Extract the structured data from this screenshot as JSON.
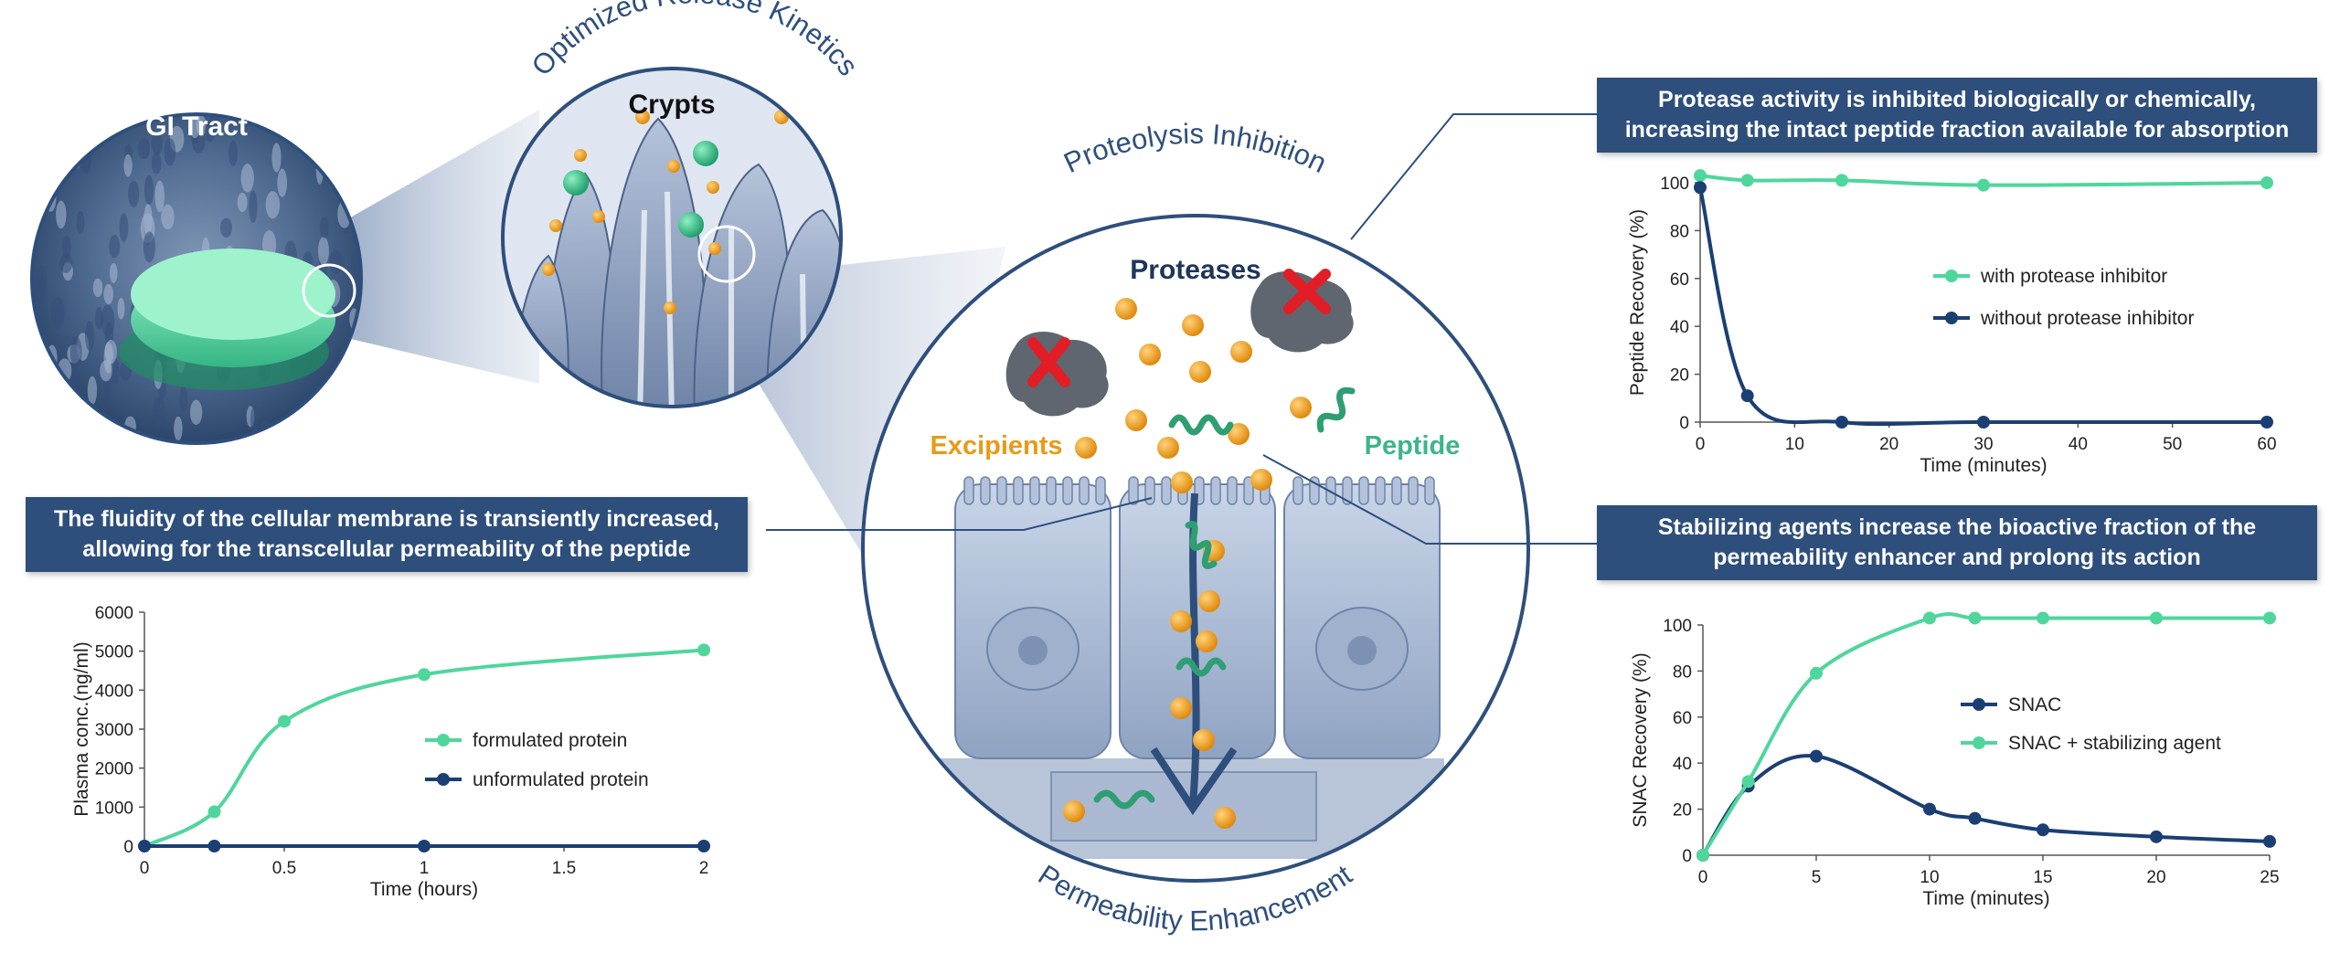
{
  "labels": {
    "gi_tract": "GI Tract",
    "crypts": "Crypts",
    "optimized_release": "Optimized Release Kinetics",
    "proteolysis": "Proteolysis Inhibition",
    "proteases": "Proteases",
    "excipients": "Excipients",
    "peptide": "Peptide",
    "permeability": "Permeability Enhancement"
  },
  "banners": {
    "protease": [
      "Protease activity is inhibited biologically or chemically,",
      "increasing the intact peptide fraction available for absorption"
    ],
    "fluidity": [
      "The fluidity of the cellular membrane is transiently increased,",
      "allowing for the transcellular permeability of the peptide"
    ],
    "stabilizing": [
      "Stabilizing agents increase the bioactive fraction of the",
      "permeability enhancer and prolong its action"
    ]
  },
  "colors": {
    "banner": "#2e4f7c",
    "green_series": "#4fd69c",
    "navy_series": "#1b3f73",
    "excipient": "#f0a21e",
    "peptide": "#3db58a",
    "cell": "#b7c5dc"
  },
  "chart_data": [
    {
      "id": "protease",
      "type": "line",
      "xlabel": "Time (minutes)",
      "ylabel": "Peptide Recovery (%)",
      "xlim": [
        0,
        60
      ],
      "ylim": [
        0,
        100
      ],
      "xticks": [
        0,
        10,
        20,
        30,
        40,
        50,
        60
      ],
      "yticks": [
        0,
        20,
        40,
        60,
        80,
        100
      ],
      "legend_position": "center-right",
      "series": [
        {
          "name": "with protease inhibitor",
          "color": "#4fd69c",
          "x": [
            0,
            5,
            15,
            30,
            60
          ],
          "y": [
            103,
            101,
            101,
            99,
            100
          ]
        },
        {
          "name": "without protease inhibitor",
          "color": "#1b3f73",
          "x": [
            0,
            5,
            15,
            30,
            60
          ],
          "y": [
            98,
            11,
            0,
            0,
            0
          ]
        }
      ]
    },
    {
      "id": "plasma",
      "type": "line",
      "xlabel": "Time (hours)",
      "ylabel": "Plasma conc.(ng/ml)",
      "xlim": [
        0,
        2
      ],
      "ylim": [
        0,
        6000
      ],
      "xticks": [
        0,
        0.5,
        1,
        1.5,
        2
      ],
      "yticks": [
        0,
        1000,
        2000,
        3000,
        4000,
        5000,
        6000
      ],
      "legend_position": "center-right",
      "series": [
        {
          "name": "formulated protein",
          "color": "#4fd69c",
          "x": [
            0,
            0.25,
            0.5,
            1,
            2
          ],
          "y": [
            0,
            880,
            3200,
            4400,
            5030
          ]
        },
        {
          "name": "unformulated protein",
          "color": "#1b3f73",
          "x": [
            0,
            0.25,
            1,
            2
          ],
          "y": [
            0,
            0,
            0,
            0
          ]
        }
      ]
    },
    {
      "id": "snac",
      "type": "line",
      "xlabel": "Time (minutes)",
      "ylabel": "SNAC Recovery (%)",
      "xlim": [
        0,
        25
      ],
      "ylim": [
        0,
        100
      ],
      "xticks": [
        0,
        5,
        10,
        15,
        20,
        25
      ],
      "yticks": [
        0,
        20,
        40,
        60,
        80,
        100
      ],
      "legend_position": "center-right",
      "series": [
        {
          "name": "SNAC",
          "color": "#1b3f73",
          "x": [
            0,
            2,
            5,
            10,
            12,
            15,
            20,
            25
          ],
          "y": [
            0,
            30,
            43,
            20,
            16,
            11,
            8,
            6
          ]
        },
        {
          "name": "SNAC + stabilizing agent",
          "color": "#4fd69c",
          "x": [
            0,
            2,
            5,
            10,
            12,
            15,
            20,
            25
          ],
          "y": [
            0,
            32,
            79,
            103,
            103,
            103,
            103,
            103
          ]
        }
      ]
    }
  ]
}
